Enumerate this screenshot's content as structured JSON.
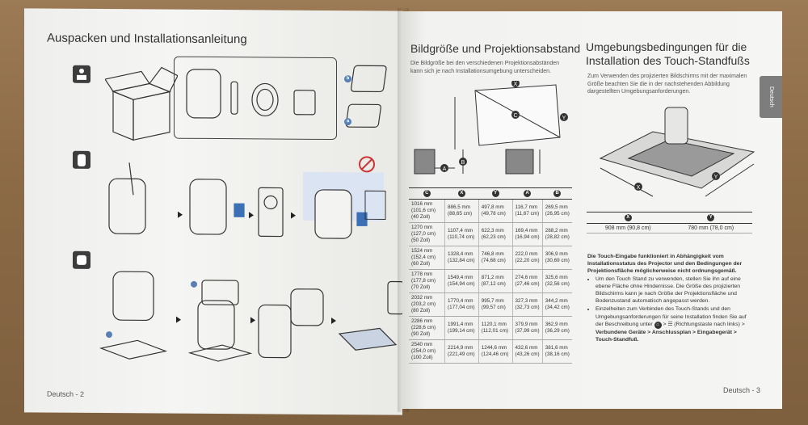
{
  "left_page": {
    "title": "Auspacken und Installationsanleitung",
    "footer": "Deutsch - 2",
    "label_a": "a",
    "label_b": "b"
  },
  "right_page": {
    "size_section": {
      "title": "Bildgröße und Projektionsabstand",
      "intro": "Die Bildgröße bei den verschiedenen Projektionsabständen kann sich je nach Installationsumgebung unterscheiden.",
      "diagram_labels": {
        "x": "X",
        "y": "Y",
        "c": "C",
        "a": "A",
        "b": "B"
      },
      "table": {
        "headers": [
          "C",
          "X",
          "Y",
          "A",
          "B"
        ],
        "rows": [
          [
            "1016 mm (101,6 cm) (40 Zoll)",
            "886,5 mm (88,65 cm)",
            "497,8 mm (49,78 cm)",
            "116,7 mm (11,67 cm)",
            "269,5 mm (26,95 cm)"
          ],
          [
            "1270 mm (127,0 cm) (50 Zoll)",
            "1107,4 mm (110,74 cm)",
            "622,3 mm (62,23 cm)",
            "169,4 mm (16,94 cm)",
            "288,2 mm (28,82 cm)"
          ],
          [
            "1524 mm (152,4 cm) (60 Zoll)",
            "1328,4 mm (132,84 cm)",
            "746,8 mm (74,68 cm)",
            "222,0 mm (22,20 cm)",
            "306,9 mm (30,69 cm)"
          ],
          [
            "1778 mm (177,8 cm) (70 Zoll)",
            "1549,4 mm (154,94 cm)",
            "871,2 mm (87,12 cm)",
            "274,6 mm (27,46 cm)",
            "325,6 mm (32,56 cm)"
          ],
          [
            "2032 mm (203,2 cm) (80 Zoll)",
            "1770,4 mm (177,04 cm)",
            "995,7 mm (99,57 cm)",
            "327,3 mm (32,73 cm)",
            "344,2 mm (34,42 cm)"
          ],
          [
            "2286 mm (228,6 cm) (90 Zoll)",
            "1991,4 mm (199,14 cm)",
            "1120,1 mm (112,01 cm)",
            "379,9 mm (37,99 cm)",
            "362,9 mm (36,29 cm)"
          ],
          [
            "2540 mm (254,0 cm) (100 Zoll)",
            "2214,9 mm (221,49 cm)",
            "1244,6 mm (124,46 cm)",
            "432,6 mm (43,26 cm)",
            "381,6 mm (38,16 cm)"
          ]
        ]
      }
    },
    "env_section": {
      "title_line1": "Umgebungsbedingungen für die",
      "title_line2": "Installation des Touch-Standfußs",
      "intro": "Zum Verwenden des projizierten Bildschirms mit der maximalen Größe beachten Sie die in der nachstehenden Abbildung dargestellten Umgebungsanforderungen.",
      "diagram_labels": {
        "x": "X",
        "y": "Y"
      },
      "table": {
        "headers": [
          "X",
          "Y"
        ],
        "row": [
          "908 mm (90,8 cm)",
          "780 mm (78,0 cm)"
        ]
      },
      "note_bold": "Die Touch-Eingabe funktioniert in Abhängigkeit vom Installationsstatus des Projector und den Bedingungen der Projektionsfläche möglicherweise nicht ordnungsgemäß.",
      "bullet1": "Um den Touch Stand zu verwenden, stellen Sie ihn auf eine ebene Fläche ohne Hindernisse. Die Größe des projizierten Bildschirms kann je nach Größe der Projektionsfläche und Bodenzustand automatisch angepasst werden.",
      "bullet2_a": "Einzelheiten zum Verbinden des Touch-Stands und den Umgebungsanforderungen für seine Installation finden Sie auf der Beschreibung unter",
      "bullet2_b": "(Richtungstaste nach links) >",
      "bullet2_c": "Verbundene Geräte > Anschlussplan > Eingabegerät > Touch-Standfuß."
    },
    "side_tab": "Deutsch",
    "footer": "Deutsch - 3"
  }
}
